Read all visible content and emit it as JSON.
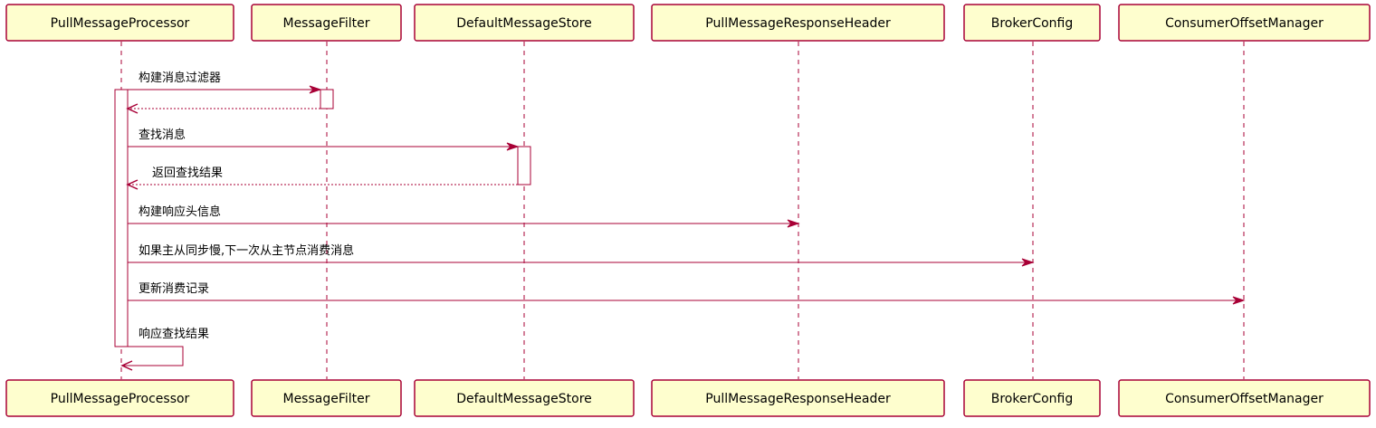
{
  "participants": [
    {
      "id": "p0",
      "name": "PullMessageProcessor"
    },
    {
      "id": "p1",
      "name": "MessageFilter"
    },
    {
      "id": "p2",
      "name": "DefaultMessageStore"
    },
    {
      "id": "p3",
      "name": "PullMessageResponseHeader"
    },
    {
      "id": "p4",
      "name": "BrokerConfig"
    },
    {
      "id": "p5",
      "name": "ConsumerOffsetManager"
    }
  ],
  "messages": [
    {
      "from": 0,
      "to": 1,
      "label": "构建消息过滤器",
      "kind": "sync"
    },
    {
      "from": 1,
      "to": 0,
      "label": "",
      "kind": "return"
    },
    {
      "from": 0,
      "to": 2,
      "label": "查找消息",
      "kind": "sync"
    },
    {
      "from": 2,
      "to": 0,
      "label": "返回查找结果",
      "kind": "return"
    },
    {
      "from": 0,
      "to": 3,
      "label": "构建响应头信息",
      "kind": "sync"
    },
    {
      "from": 0,
      "to": 4,
      "label": "如果主从同步慢,下一次从主节点消费消息",
      "kind": "sync"
    },
    {
      "from": 0,
      "to": 5,
      "label": "更新消费记录",
      "kind": "sync"
    },
    {
      "from": 0,
      "to": 0,
      "label": "响应查找结果",
      "kind": "self"
    }
  ],
  "colors": {
    "participant_fill": "#FEFECE",
    "border": "#A80036",
    "activation_fill": "#FFFFFF",
    "text": "#000000"
  }
}
